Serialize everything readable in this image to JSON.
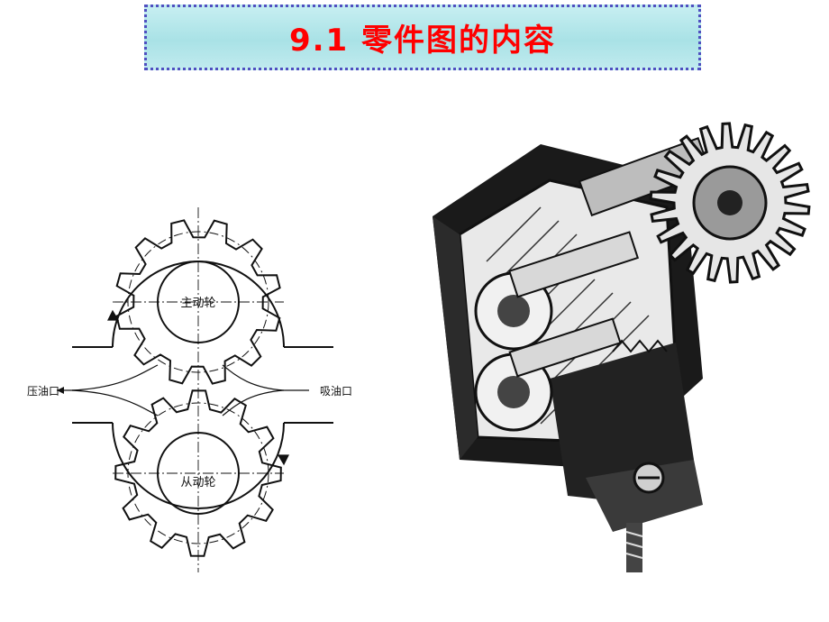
{
  "title": "9.1  零件图的内容",
  "diagram": {
    "driving_gear_label": "主动轮",
    "driven_gear_label": "从动轮",
    "outlet_label": "压油口",
    "inlet_label": "吸油口"
  },
  "colors": {
    "title_text": "#ff0000",
    "banner_fill": "#aee4e8",
    "banner_border": "#4f4fc0"
  }
}
